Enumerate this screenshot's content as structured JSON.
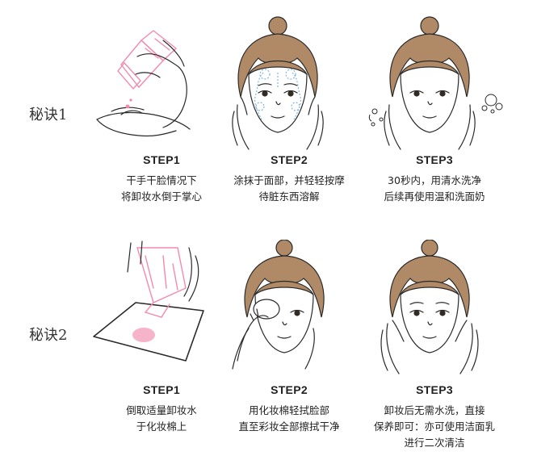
{
  "sections": [
    {
      "label": "秘诀1",
      "steps": [
        {
          "title": "STEP1",
          "lines": [
            "干手干脸情况下",
            "将卸妆水倒于掌心"
          ]
        },
        {
          "title": "STEP2",
          "lines": [
            "涂抹于面部，并轻轻按摩",
            "待脏东西溶解"
          ]
        },
        {
          "title": "STEP3",
          "lines": [
            "30秒内，用清水洗净",
            "后续再使用温和洗面奶"
          ]
        }
      ]
    },
    {
      "label": "秘诀2",
      "steps": [
        {
          "title": "STEP1",
          "lines": [
            "倒取适量卸妆水",
            "于化妆棉上"
          ]
        },
        {
          "title": "STEP2",
          "lines": [
            "用化妆棉轻拭脸部",
            "直至彩妆全部擦拭干净"
          ]
        },
        {
          "title": "STEP3",
          "lines": [
            "卸妆后无需水洗，直接",
            "保养即可：亦可使用洁面乳",
            "进行二次清洁"
          ]
        }
      ]
    }
  ],
  "colors": {
    "hair": "#b08a66",
    "skin": "#ffffff",
    "outline": "#2a2a2a",
    "pink": "#f28ab0",
    "blue": "#7fb6e0"
  }
}
